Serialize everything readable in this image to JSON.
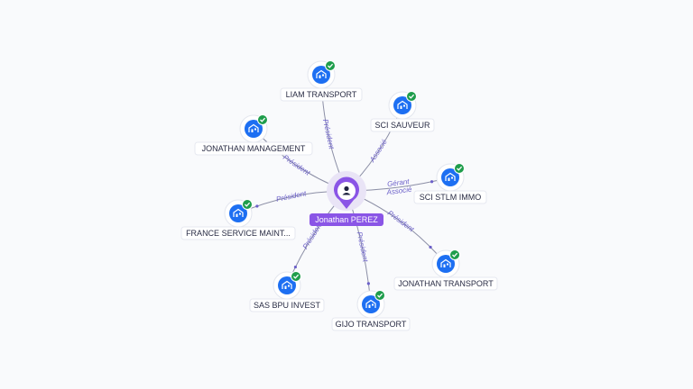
{
  "center": {
    "name": "Jonathan PEREZ",
    "icon": "person-icon"
  },
  "colors": {
    "person_pin": "#8a55e6",
    "company_icon": "#1d6ff2",
    "check_badge": "#1f9d4c",
    "edge": "#8c8fa6",
    "edge_label": "#6b5fc9"
  },
  "companies": [
    {
      "name": "LIAM TRANSPORT",
      "relations": [
        "Président"
      ],
      "verified": true,
      "icon": "building-icon"
    },
    {
      "name": "SCI SAUVEUR",
      "relations": [
        "Associé"
      ],
      "verified": true,
      "icon": "building-icon"
    },
    {
      "name": "JONATHAN MANAGEMENT",
      "relations": [
        "Président"
      ],
      "verified": true,
      "icon": "building-icon"
    },
    {
      "name": "SCI STLM IMMO",
      "relations": [
        "Gérant",
        "Associé"
      ],
      "verified": true,
      "icon": "building-icon"
    },
    {
      "name": "FRANCE SERVICE MAINT...",
      "relations": [
        "Président"
      ],
      "verified": true,
      "icon": "building-icon"
    },
    {
      "name": "JONATHAN TRANSPORT",
      "relations": [
        "Président"
      ],
      "verified": true,
      "icon": "building-icon"
    },
    {
      "name": "SAS BPU INVEST",
      "relations": [
        "Président"
      ],
      "verified": true,
      "icon": "building-icon"
    },
    {
      "name": "GIJO TRANSPORT",
      "relations": [
        "Président"
      ],
      "verified": true,
      "icon": "building-icon"
    }
  ]
}
